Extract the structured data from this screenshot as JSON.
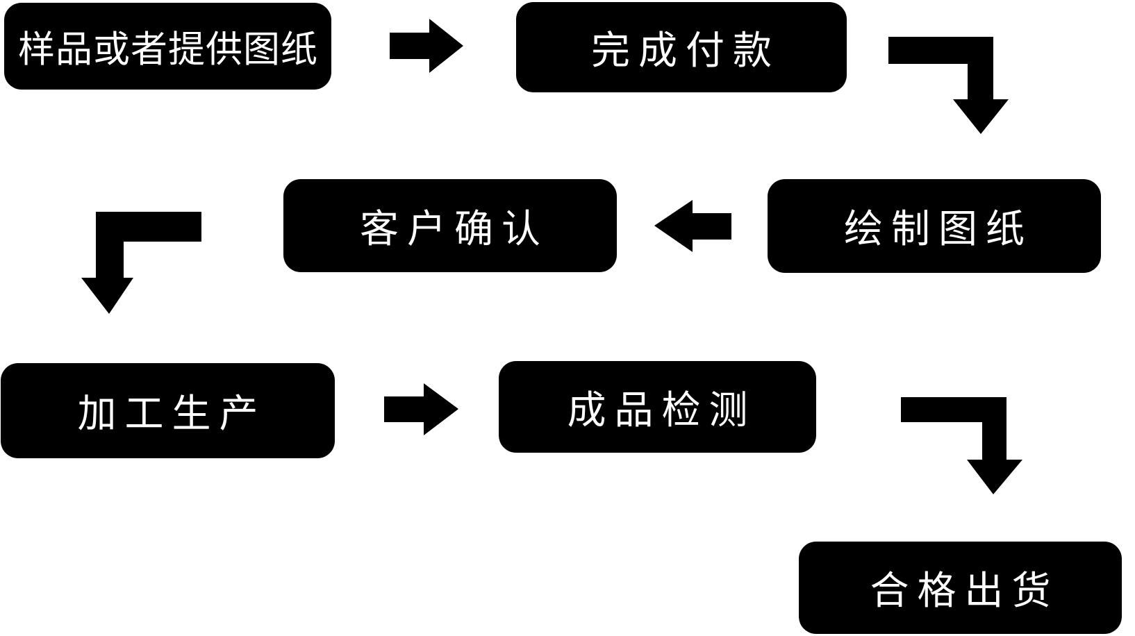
{
  "diagram": {
    "type": "flowchart",
    "background_color": "#ffffff",
    "colors": {
      "node_background": "#000000",
      "node_text": "#ffffff",
      "arrow": "#000000"
    },
    "nodes": [
      {
        "id": "sample",
        "label": "样品或者提供图纸"
      },
      {
        "id": "payment",
        "label": "完成付款"
      },
      {
        "id": "confirm",
        "label": "客户确认"
      },
      {
        "id": "drawing",
        "label": "绘制图纸"
      },
      {
        "id": "production",
        "label": "加工生产"
      },
      {
        "id": "inspection",
        "label": "成品检测"
      },
      {
        "id": "shipping",
        "label": "合格出货"
      }
    ],
    "edges": [
      {
        "from": "样品或者提供图纸",
        "to": "完成付款",
        "style": "straight-right"
      },
      {
        "from": "完成付款",
        "to": "绘制图纸",
        "style": "elbow-right-then-down"
      },
      {
        "from": "绘制图纸",
        "to": "客户确认",
        "style": "straight-left"
      },
      {
        "from": "客户确认",
        "to": "加工生产",
        "style": "elbow-left-then-down"
      },
      {
        "from": "加工生产",
        "to": "成品检测",
        "style": "straight-right"
      },
      {
        "from": "成品检测",
        "to": "合格出货",
        "style": "elbow-right-then-down"
      }
    ]
  }
}
